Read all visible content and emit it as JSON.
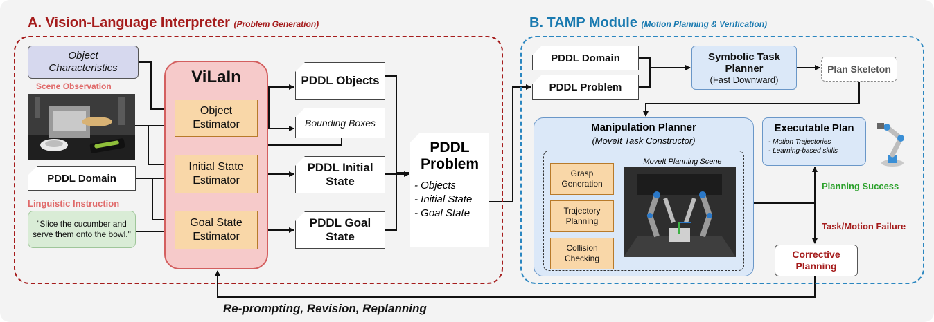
{
  "section_a": {
    "title": "A. Vision-Language Interpreter",
    "subtitle": "(Problem Generation)",
    "object_characteristics": "Object Characteristics",
    "scene_observation": "Scene Observation",
    "pddl_domain": "PDDL Domain",
    "linguistic_instruction": "Linguistic Instruction",
    "instruction_text": "\"Slice the cucumber and serve them onto the bowl.\"",
    "vilain": "ViLaIn",
    "object_estimator": "Object Estimator",
    "initial_state_estimator": "Initial State Estimator",
    "goal_state_estimator": "Goal State Estimator",
    "pddl_objects": "PDDL Objects",
    "bounding_boxes": "Bounding Boxes",
    "pddl_initial_state": "PDDL Initial State",
    "pddl_goal_state": "PDDL Goal State",
    "pddl_problem_title": "PDDL Problem",
    "pddl_problem_items": [
      "- Objects",
      "- Initial State",
      "- Goal State"
    ]
  },
  "section_b": {
    "title": "B. TAMP Module",
    "subtitle": "(Motion Planning & Verification)",
    "pddl_domain": "PDDL Domain",
    "pddl_problem": "PDDL Problem",
    "symbolic_planner": "Symbolic Task Planner",
    "symbolic_planner_sub": "(Fast Downward)",
    "plan_skeleton": "Plan Skeleton",
    "manipulation_planner": "Manipulation Planner",
    "manipulation_planner_sub": "(MoveIt Task Constructor)",
    "moveit_scene": "MoveIt Planning Scene",
    "grasp_generation": "Grasp Generation",
    "trajectory_planning": "Trajectory Planning",
    "collision_checking": "Collision Checking",
    "executable_plan": "Executable Plan",
    "executable_items": [
      "- Motion Trajectories",
      "- Learning-based skills"
    ],
    "planning_success": "Planning Success",
    "task_motion_failure": "Task/Motion Failure",
    "corrective_planning": "Corrective Planning"
  },
  "feedback": "Re-prompting, Revision, Replanning",
  "colors": {
    "red": "#a51c1c",
    "blue": "#1a7ab0",
    "green": "#2aa02a",
    "vilain_fill": "#f6caca",
    "estimator_fill": "#f9d7a8",
    "planner_fill": "#dbe8f8"
  }
}
